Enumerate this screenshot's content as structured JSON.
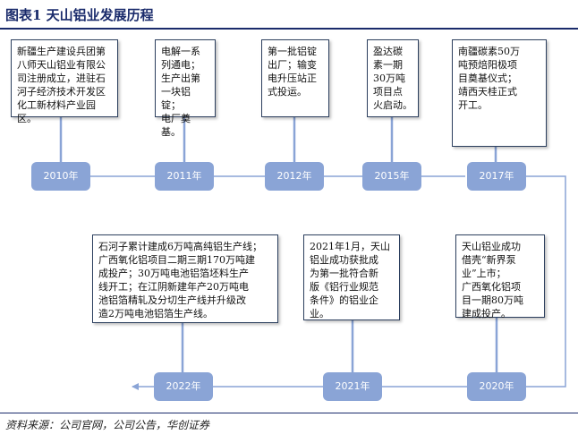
{
  "title": "图表1 天山铝业发展历程",
  "source": "资料来源：公司官网，公司公告，华创证券",
  "years": [
    "2010年",
    "2011年",
    "2012年",
    "2015年",
    "2017年",
    "2020年",
    "2021年",
    "2022年"
  ],
  "events": [
    "新疆生产建设兵团第\n八师天山铝业有限公\n司注册成立，进驻石\n河子经济技术开发区\n化工新材料产业园区。",
    "电解一系\n列通电；\n生产出第\n一块铝锭；\n电厂奠基。",
    "第一批铝锭\n出厂；输变\n电升压站正\n式投运。",
    "盈达碳\n素一期\n30万吨\n项目点\n火启动。",
    "南疆碳素50万\n吨预焙阳极项\n目奠基仪式；\n靖西天桂正式\n开工。",
    "天山铝业成功\n借壳“新界泵\n业”上市；\n广西氧化铝项\n目一期80万吨\n建成投产。",
    "2021年1月，天山\n铝业成功获批成\n为第一批符合新\n版《铝行业规范\n条件》的铝业企\n业。",
    "石河子累计建成6万吨高纯铝生产线；\n广西氧化铝项目二期三期170万吨建\n成投产；30万吨电池铝箔坯料生产\n线开工；在江阴新建年产20万吨电\n池铝箔精轧及分切生产线并升级改\n造2万吨电池铝箔生产线。"
  ]
}
